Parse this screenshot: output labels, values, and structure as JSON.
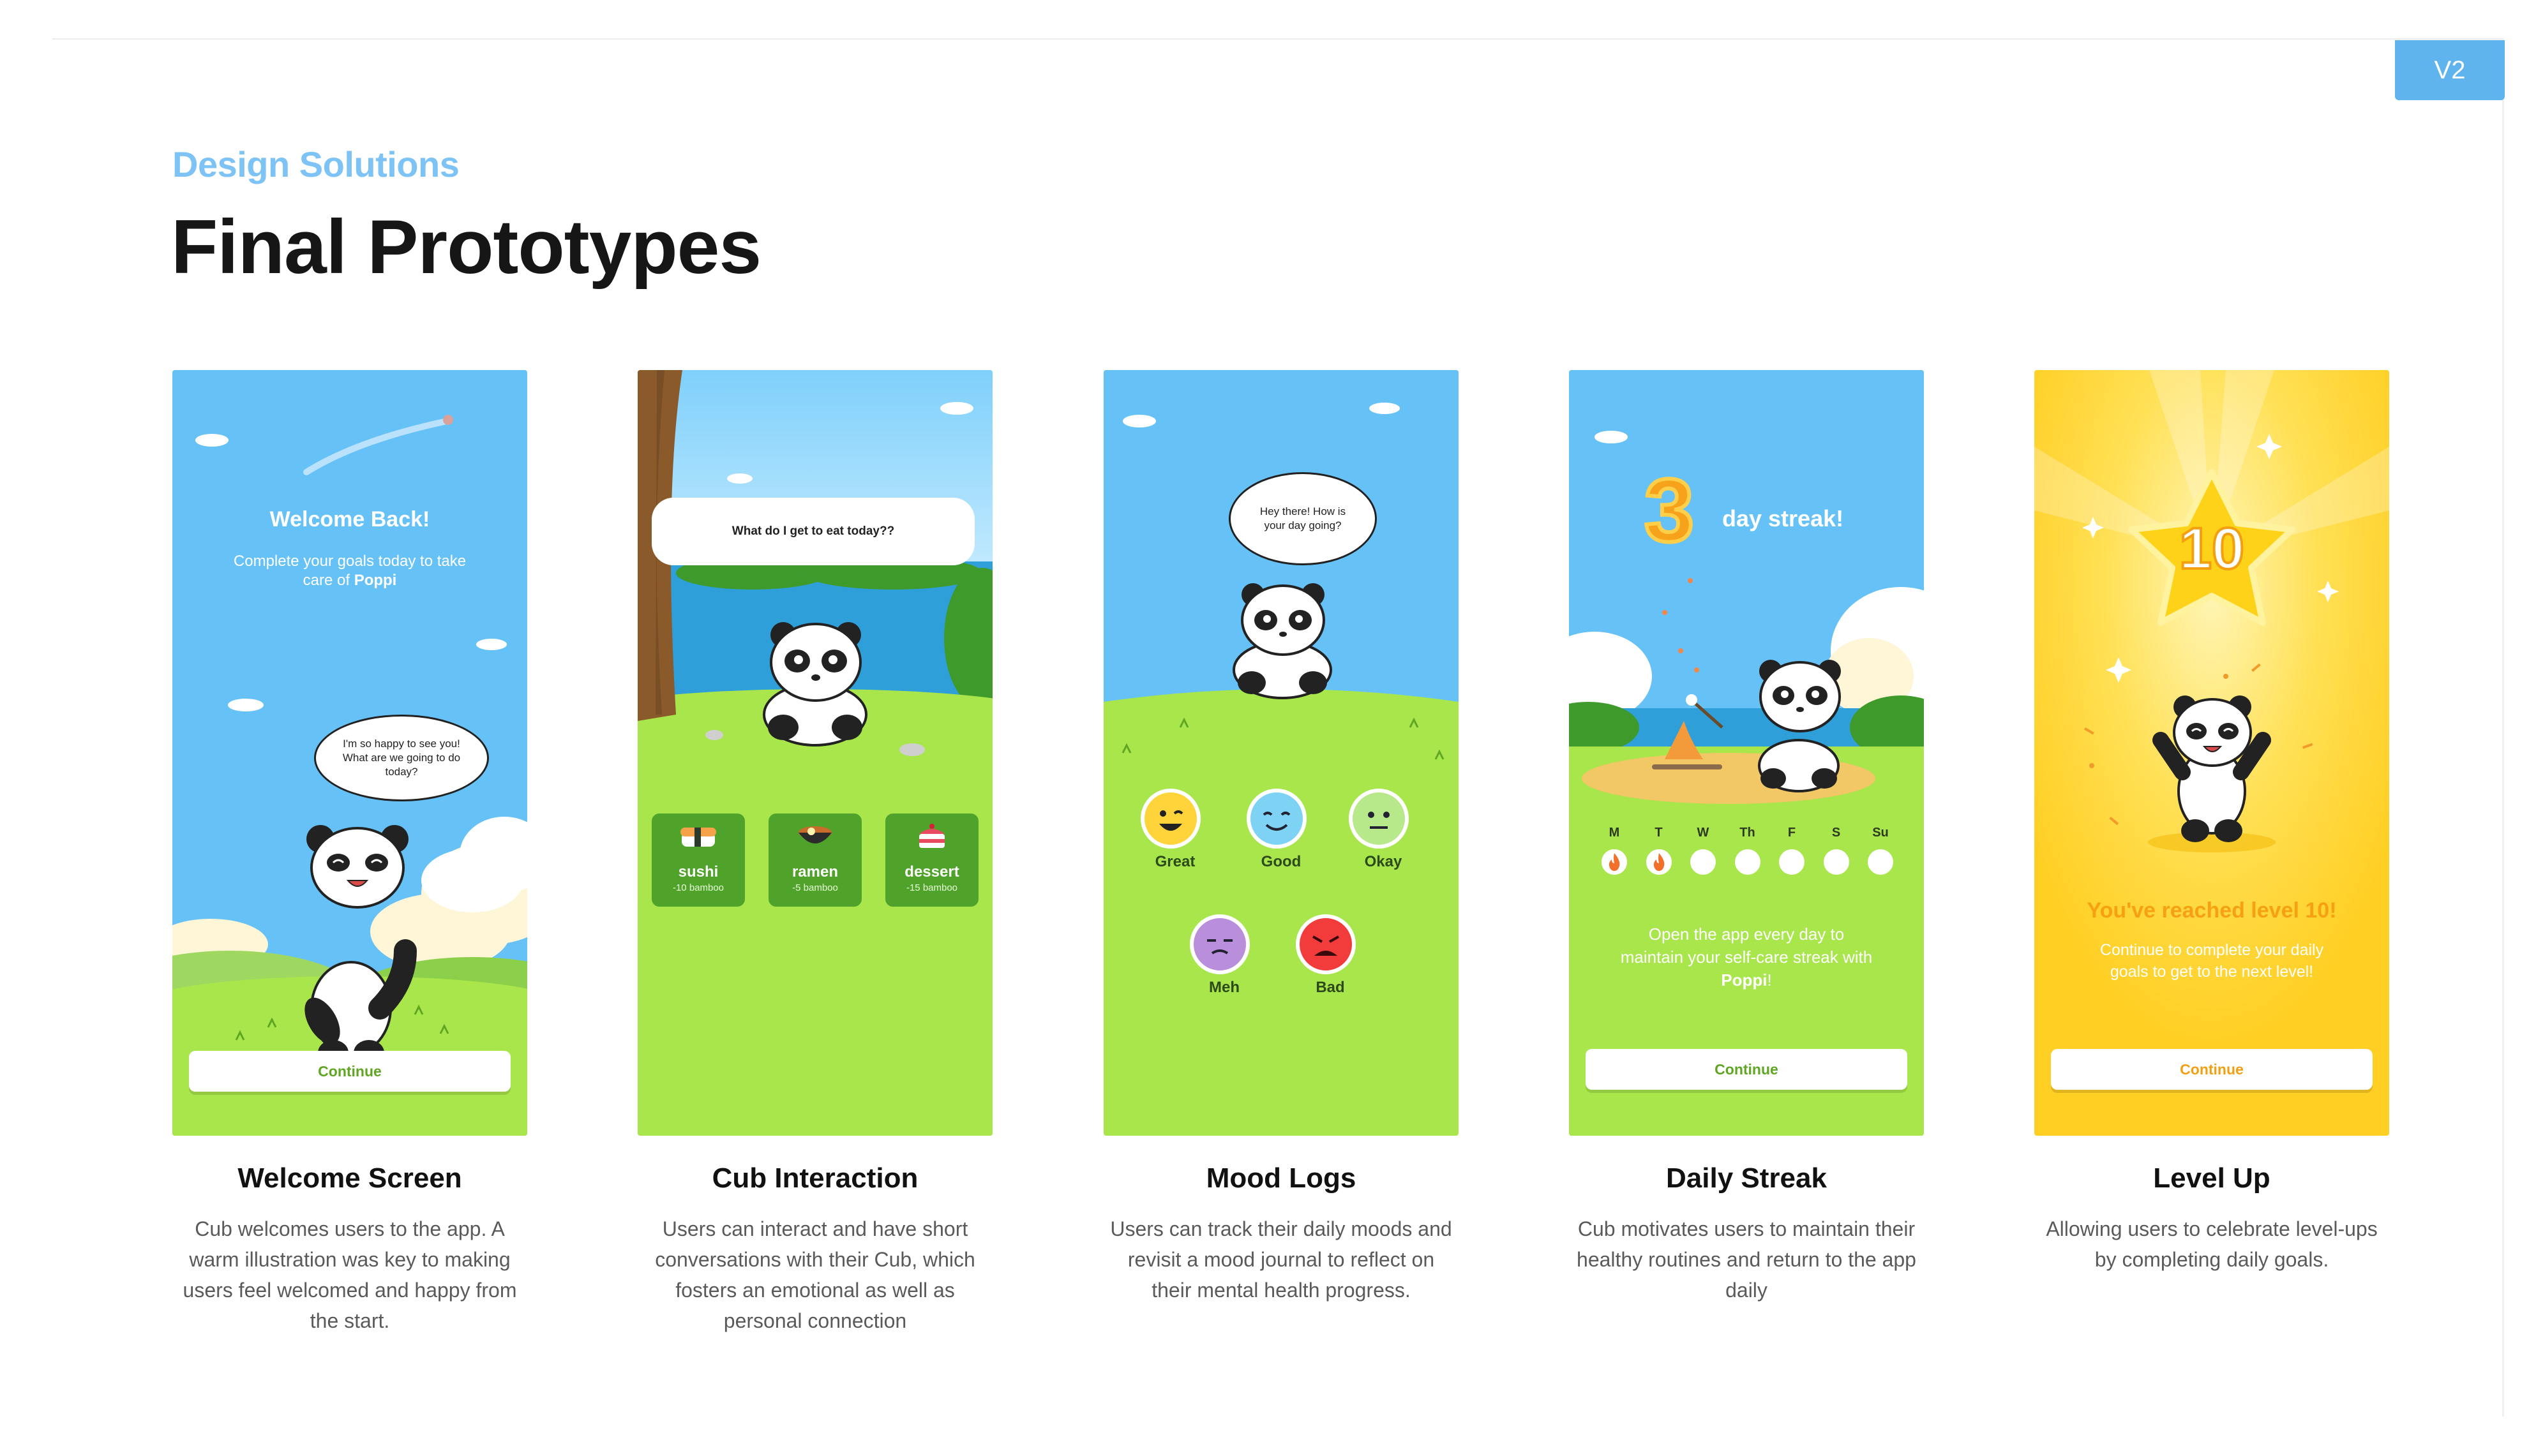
{
  "header": {
    "version_tag": "V2",
    "eyebrow": "Design Solutions",
    "title": "Final Prototypes"
  },
  "colors": {
    "accent_blue": "#5fb4ee",
    "eyebrow_blue": "#7dc3f5",
    "grass_green": "#a8e64b",
    "sky_blue": "#66c2f6",
    "level_yellow": "#ffd02a",
    "button_green_text": "#5fa623",
    "button_orange_text": "#f2a012"
  },
  "screens": {
    "welcome": {
      "card_title": "Welcome Screen",
      "description": "Cub welcomes users to the app. A warm illustration was key to making users feel welcomed and happy from the start.",
      "heading": "Welcome Back!",
      "subtitle_before": "Complete your goals today to take care of ",
      "subtitle_name": "Poppi",
      "speech": "I'm so happy to see you! What are we going to do today?",
      "button": "Continue"
    },
    "cub": {
      "card_title": "Cub Interaction",
      "description": "Users can interact and have short conversations with their Cub, which fosters an emotional as well as personal connection",
      "speech": "What do I get to eat today??",
      "foods": [
        {
          "name": "sushi",
          "cost": "-10 bamboo",
          "icon": "sushi-icon"
        },
        {
          "name": "ramen",
          "cost": "-5 bamboo",
          "icon": "ramen-icon"
        },
        {
          "name": "dessert",
          "cost": "-15 bamboo",
          "icon": "cake-icon"
        }
      ]
    },
    "mood": {
      "card_title": "Mood Logs",
      "description": "Users can track their daily moods and revisit a mood journal to reflect on their mental health progress.",
      "speech": "Hey there! How is your day going?",
      "moods": [
        {
          "label": "Great",
          "color": "#ffd43b",
          "icon": "great-face-icon"
        },
        {
          "label": "Good",
          "color": "#7ed3f4",
          "icon": "good-face-icon"
        },
        {
          "label": "Okay",
          "color": "#b7e88a",
          "icon": "okay-face-icon"
        },
        {
          "label": "Meh",
          "color": "#b98fdc",
          "icon": "meh-face-icon"
        },
        {
          "label": "Bad",
          "color": "#f23b3b",
          "icon": "bad-face-icon"
        }
      ]
    },
    "streak": {
      "card_title": "Daily Streak",
      "description": "Cub motivates users to maintain their healthy routines and return to the app daily",
      "number": "3",
      "label": "day streak!",
      "days": [
        "M",
        "T",
        "W",
        "Th",
        "F",
        "S",
        "Su"
      ],
      "completed_days": 2,
      "message_before": "Open the app every day to maintain your self-care streak with ",
      "message_name": "Poppi",
      "message_after": "!",
      "button": "Continue"
    },
    "level": {
      "card_title": "Level Up",
      "description": "Allowing users to celebrate level-ups by completing daily goals.",
      "level_number": "10",
      "heading": "You've reached level 10!",
      "subtitle": "Continue to complete your daily goals to get to the next level!",
      "button": "Continue"
    }
  }
}
